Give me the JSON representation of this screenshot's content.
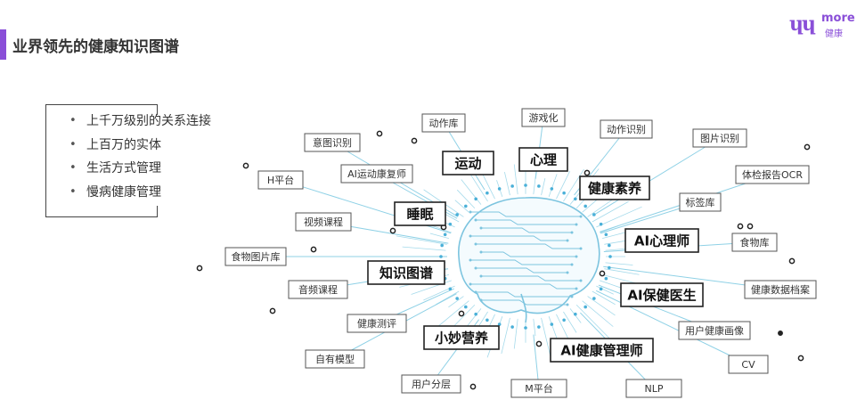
{
  "header": {
    "title": "业界领先的健康知识图谱"
  },
  "logo": {
    "mark": "ɥɥ",
    "brand": "more",
    "sub": "健康",
    "color": "#8a4fd8"
  },
  "bullets": [
    "上千万级别的关系连接",
    "上百万的实体",
    "生活方式管理",
    "慢病健康管理"
  ],
  "diagram": {
    "boxed_labels": [
      "动作库",
      "游戏化",
      "动作识别",
      "意图识别",
      "图片识别",
      "AI运动康复师",
      "H平台",
      "体检报告OCR",
      "标签库",
      "视频课程",
      "食物库",
      "食物图片库",
      "音频课程",
      "健康数据档案",
      "健康测评",
      "用户健康画像",
      "自有模型",
      "CV",
      "用户分层",
      "M平台",
      "NLP"
    ],
    "bold_labels": [
      "运动",
      "心理",
      "健康素养",
      "睡眠",
      "AI心理师",
      "知识图谱",
      "AI保健医生",
      "小妙营养",
      "AI健康管理师"
    ]
  },
  "colors": {
    "accent": "#8a4fd8",
    "line": "#8fd1e6",
    "brain": "#7cc4df",
    "dot": "#4ab0d8"
  }
}
